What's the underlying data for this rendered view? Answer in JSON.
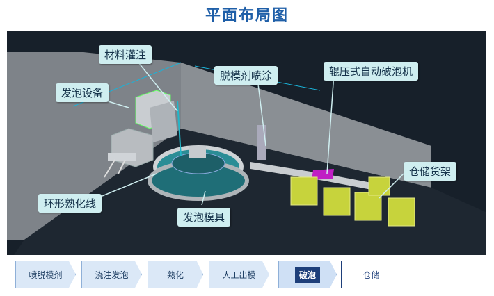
{
  "title": "平面布局图",
  "callouts": {
    "material": "材料灌注",
    "foam_equipment": "发泡设备",
    "release_agent": "脱模剂喷涂",
    "roller": "辊压式自动破泡机",
    "storage_rack": "仓储货架",
    "curing_line": "环形熟化线",
    "foam_mold": "发泡模具"
  },
  "flow": [
    {
      "label": "喷脱模剂"
    },
    {
      "label": "浇注发泡"
    },
    {
      "label": "熟化"
    },
    {
      "label": "人工出模"
    },
    {
      "label": "破泡"
    },
    {
      "label": "仓储"
    }
  ],
  "colors": {
    "title": "#1f5fa8",
    "background": "#17202a",
    "callout": "#cfeef0",
    "active_step": "#1e3f7a"
  }
}
